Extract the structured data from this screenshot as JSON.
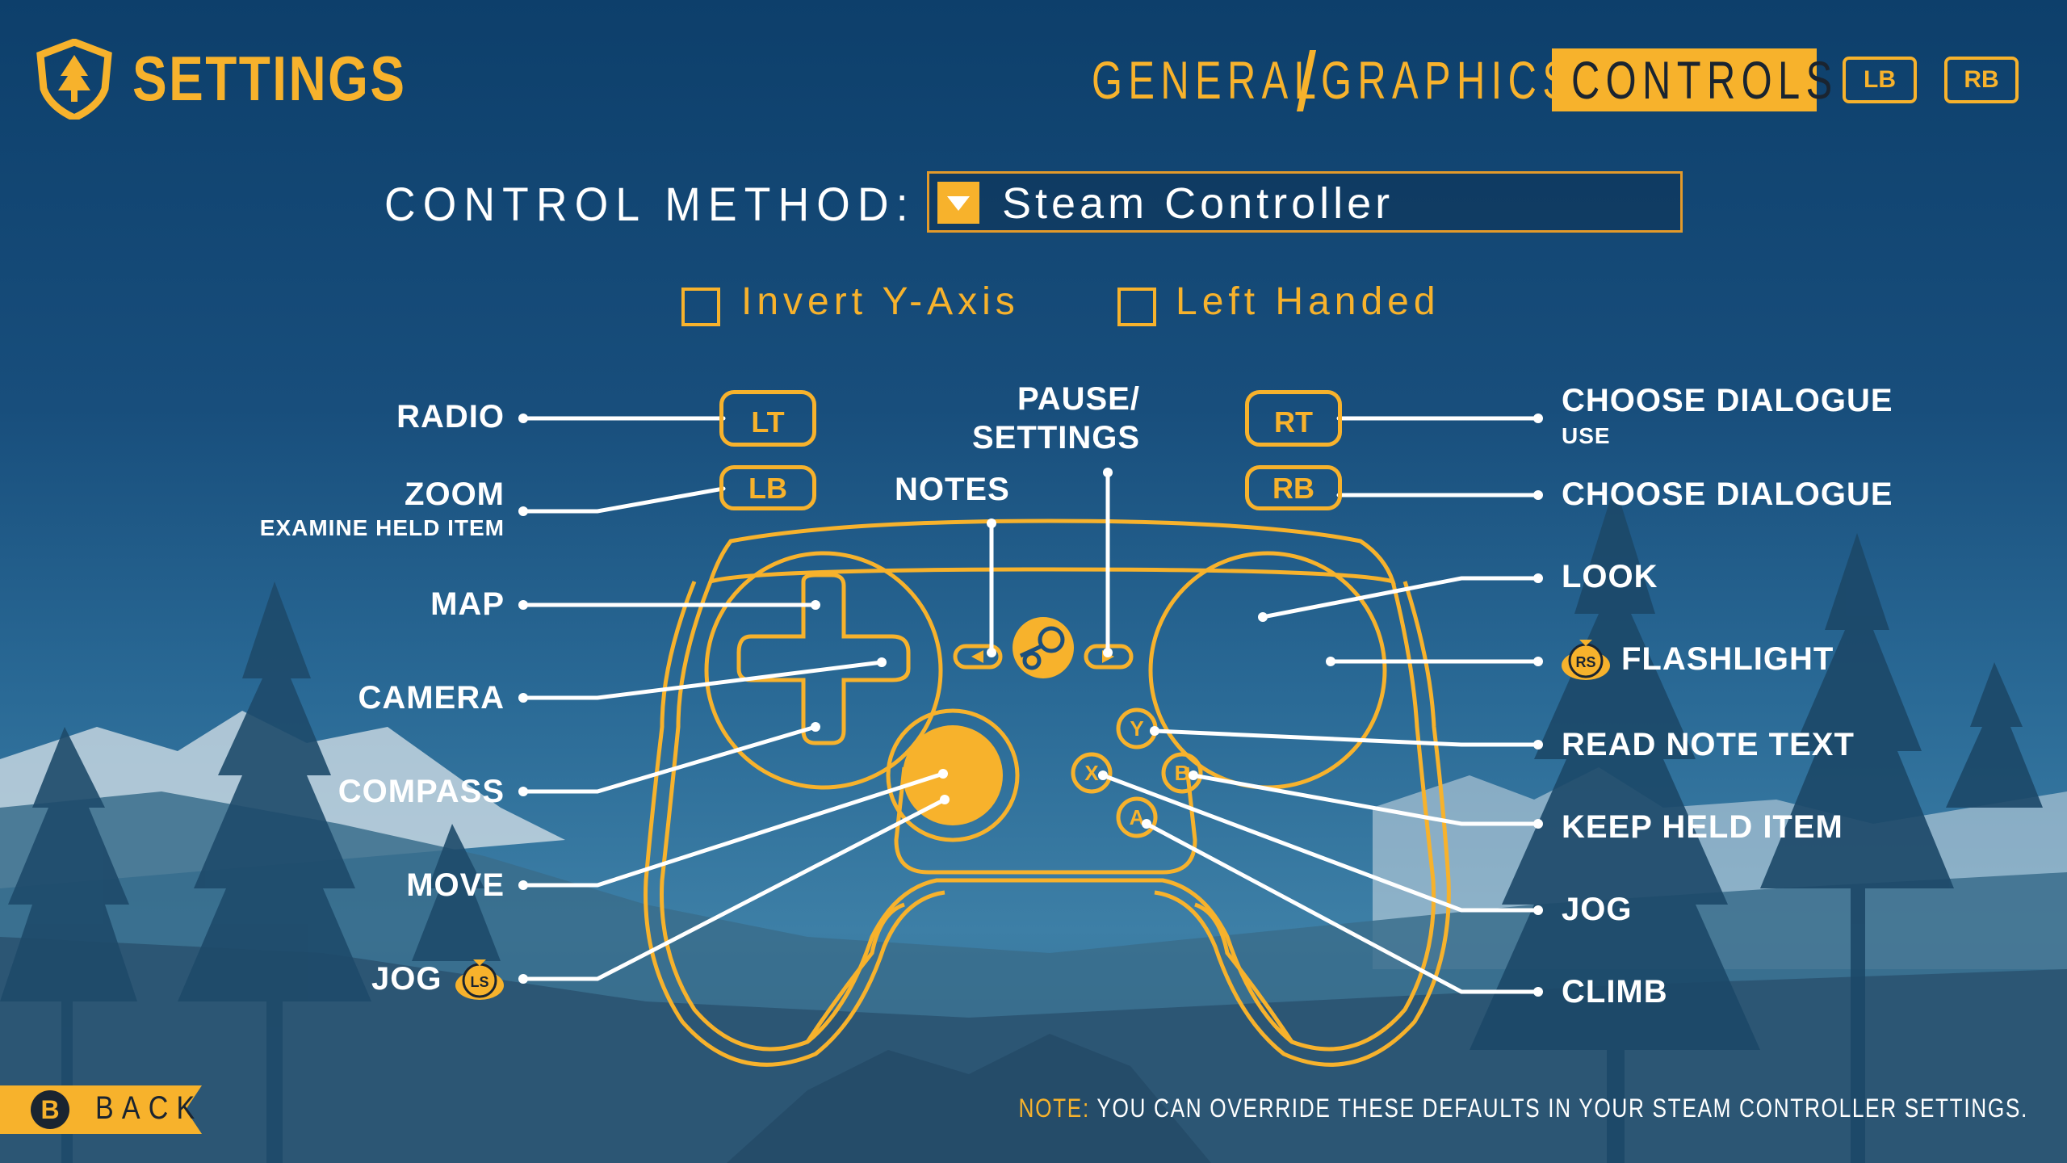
{
  "header": {
    "title": "SETTINGS",
    "tabs": [
      {
        "label": "GENERAL",
        "active": false
      },
      {
        "label": "GRAPHICS",
        "active": false
      },
      {
        "label": "CONTROLS",
        "active": true
      }
    ],
    "prev_tab_button": "LB",
    "next_tab_button": "RB"
  },
  "control_method": {
    "label": "CONTROL METHOD:",
    "selected": "Steam Controller"
  },
  "options": {
    "invert_y": {
      "label": "Invert Y-Axis",
      "checked": false
    },
    "left_handed": {
      "label": "Left Handed",
      "checked": false
    }
  },
  "buttons": {
    "lt": "LT",
    "lb": "LB",
    "rt": "RT",
    "rb": "RB",
    "y": "Y",
    "x": "X",
    "b": "B",
    "a": "A"
  },
  "left_labels": {
    "radio": "RADIO",
    "zoom": "ZOOM",
    "zoom_sub": "EXAMINE HELD ITEM",
    "map": "MAP",
    "camera": "CAMERA",
    "compass": "COMPASS",
    "move": "MOVE",
    "jog": "JOG",
    "jog_badge": "LS"
  },
  "center_labels": {
    "pause_line1": "PAUSE/",
    "pause_line2": "SETTINGS",
    "notes": "NOTES"
  },
  "right_labels": {
    "choose_dialogue_rt": "CHOOSE DIALOGUE",
    "choose_dialogue_rt_sub": "USE",
    "choose_dialogue_rb": "CHOOSE DIALOGUE",
    "look": "LOOK",
    "flashlight": "FLASHLIGHT",
    "flashlight_badge": "RS",
    "read_note": "READ NOTE TEXT",
    "keep_held": "KEEP HELD ITEM",
    "jog": "JOG",
    "climb": "CLIMB"
  },
  "footer": {
    "back_button": "B",
    "back_label": "BACK",
    "note_prefix": "NOTE:",
    "note_text": "YOU CAN OVERRIDE THESE DEFAULTS IN YOUR STEAM CONTROLLER SETTINGS."
  },
  "colors": {
    "accent": "#f7b22c",
    "background_top": "#0d3f6b",
    "background_bottom": "#2d6383"
  }
}
